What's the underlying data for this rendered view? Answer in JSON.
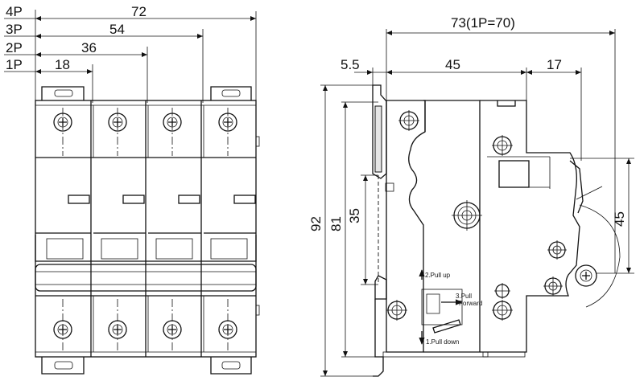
{
  "front_view": {
    "pole_dims": [
      {
        "label": "4P",
        "value": "72"
      },
      {
        "label": "3P",
        "value": "54"
      },
      {
        "label": "2P",
        "value": "36"
      },
      {
        "label": "1P",
        "value": "18"
      }
    ]
  },
  "side_view": {
    "top_overall": "73(1P=70)",
    "top_left": "5.5",
    "top_mid": "45",
    "top_right": "17",
    "vert_overall": "92",
    "vert_body": "81",
    "vert_rail": "35",
    "vert_handle": "45"
  },
  "instructions": {
    "step2": "2.Pull up",
    "step3a": "3.Pull",
    "step3b": "Forward",
    "step1": "1.Pull down"
  }
}
